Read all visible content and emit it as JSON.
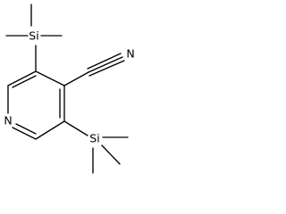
{
  "structure": {
    "atoms": {
      "si_top": "Si",
      "si_bottom": "Si",
      "nitrile_n": "N",
      "ring_n": "N"
    }
  }
}
